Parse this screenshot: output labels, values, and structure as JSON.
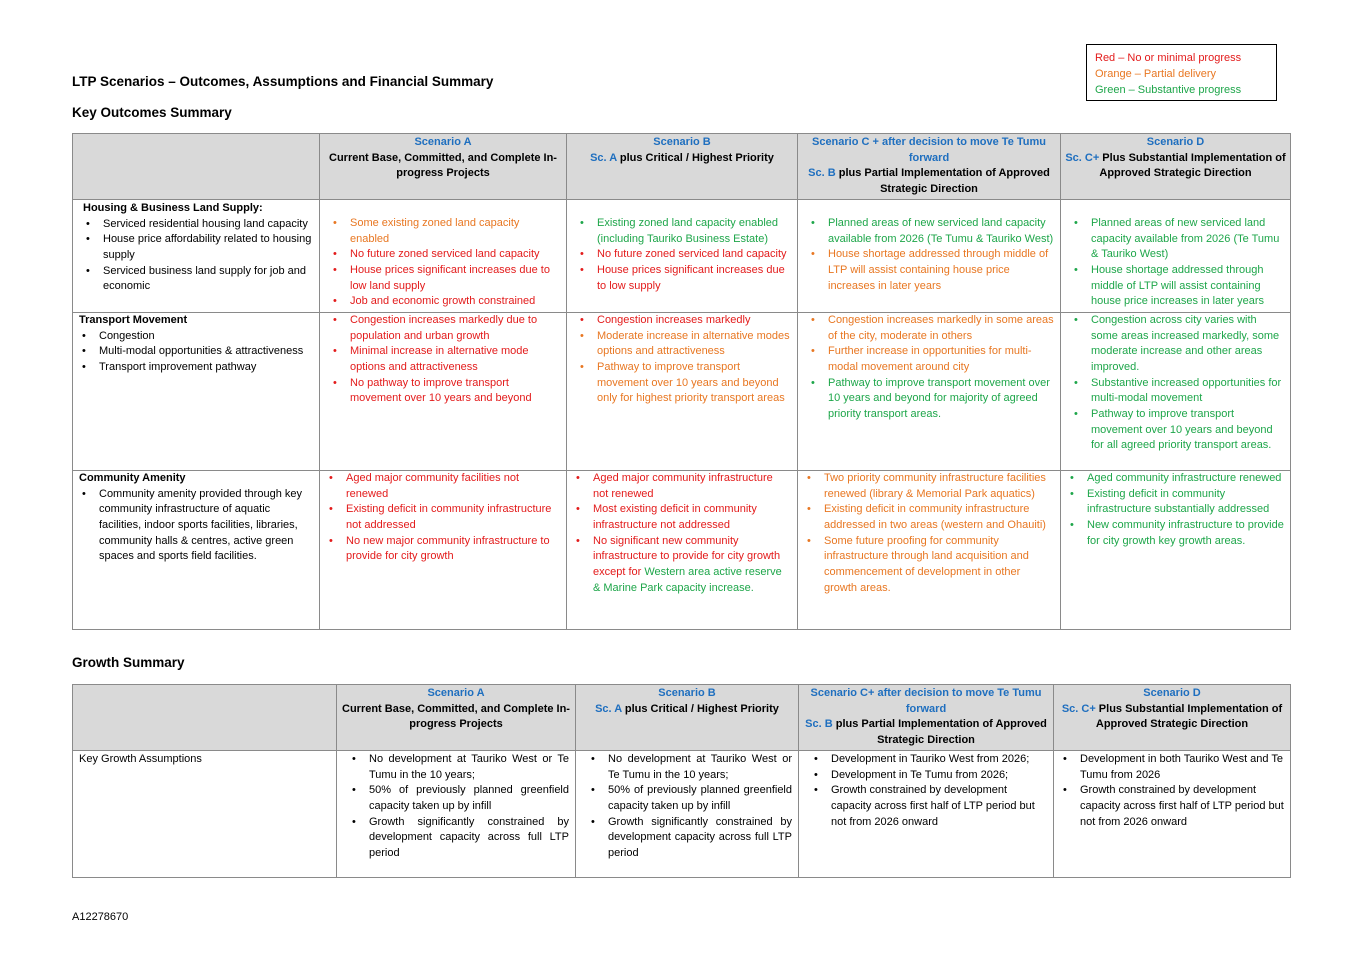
{
  "doc_title": "LTP Scenarios – Outcomes, Assumptions and Financial Summary",
  "legend": {
    "red": "Red – No or minimal progress",
    "orange": "Orange – Partial delivery",
    "green": "Green – Substantive progress"
  },
  "colors": {
    "red": "#e31b1b",
    "orange": "#e87722",
    "green": "#1ea64a",
    "blue": "#1f6fbf",
    "header_bg": "#d9d9d9"
  },
  "section1_title": "Key Outcomes Summary",
  "section2_title": "Growth Summary",
  "headers1": {
    "a": {
      "name": "Scenario A",
      "desc": "Current Base, Committed, and Complete In-progress Projects"
    },
    "b": {
      "name": "Scenario B",
      "prefix": "Sc. A",
      "desc": " plus Critical / Highest Priority"
    },
    "c": {
      "name": "Scenario C + after decision to move Te Tumu forward",
      "prefix": "Sc. B",
      "desc": " plus Partial Implementation of Approved Strategic Direction"
    },
    "d": {
      "name": "Scenario D",
      "prefix": "Sc. C+",
      "desc": " Plus Substantial Implementation of Approved Strategic Direction"
    }
  },
  "headers2": {
    "a": {
      "name": "Scenario A",
      "desc": "Current Base, Committed, and Complete In-progress Projects"
    },
    "b": {
      "name": "Scenario B",
      "prefix": "Sc. A",
      "desc": " plus Critical / Highest Priority"
    },
    "c": {
      "name": "Scenario C+ after decision to move Te Tumu forward",
      "prefix": "Sc. B",
      "desc": " plus Partial Implementation of Approved Strategic Direction"
    },
    "d": {
      "name": "Scenario D",
      "prefix": "Sc. C+",
      "desc": " Plus Substantial Implementation of Approved Strategic Direction"
    }
  },
  "housing": {
    "title": "Housing & Business Land Supply:",
    "items": [
      "Serviced residential housing land capacity",
      "House price affordability related to housing supply",
      "Serviced business land supply for job and economic"
    ],
    "a": [
      "Some existing zoned land capacity enabled",
      "No future zoned serviced land capacity",
      "House prices significant increases due to low land supply",
      "Job and economic growth constrained"
    ],
    "b": [
      "Existing zoned land capacity enabled (including Tauriko Business Estate)",
      "No future zoned serviced land capacity",
      "House prices significant increases due to low supply"
    ],
    "c": [
      "Planned areas of new serviced land capacity available from 2026 (Te Tumu & Tauriko West)",
      "House shortage addressed through middle of LTP will assist containing house price increases in later years"
    ],
    "d": [
      "Planned areas of new serviced land capacity available from 2026 (Te Tumu & Tauriko West)",
      "House shortage addressed through middle of LTP will assist containing house price increases in later years"
    ]
  },
  "transport": {
    "title": "Transport Movement",
    "items": [
      "Congestion",
      "Multi-modal opportunities & attractiveness",
      "Transport improvement pathway"
    ],
    "a": [
      "Congestion increases markedly due to population and urban growth",
      "Minimal increase in alternative mode options and attractiveness",
      "No pathway to improve transport movement over 10 years and beyond"
    ],
    "b": [
      "Congestion increases markedly",
      "Moderate increase in alternative modes options and attractiveness",
      "Pathway to improve transport movement over 10 years and beyond only for highest priority transport areas"
    ],
    "c": [
      "Congestion increases markedly in some areas of the city, moderate in others",
      "Further increase in opportunities for multi-modal movement around city",
      "Pathway to improve transport movement over 10 years and beyond for majority of agreed priority transport areas."
    ],
    "d": [
      "Congestion across city varies with some areas increased markedly, some moderate increase and other areas improved.",
      "Substantive increased opportunities for multi-modal movement",
      "Pathway to improve transport movement over 10 years and beyond for all agreed priority transport areas."
    ]
  },
  "community": {
    "title": "Community Amenity",
    "items": [
      "Community amenity provided through key community infrastructure of aquatic facilities, indoor sports facilities, libraries, community halls & centres, active green spaces and sports field facilities."
    ],
    "a": [
      "Aged major community facilities not renewed",
      "Existing deficit in community infrastructure not addressed",
      "No new major community infrastructure to provide for city growth"
    ],
    "b1": "Aged major community infrastructure not renewed",
    "b2": "Most existing deficit in community infrastructure not addressed",
    "b3_red": "No significant new community infrastructure to provide for city growth except for",
    "b3_green": " Western area active reserve & Marine Park capacity increase.",
    "c": [
      "Two priority community infrastructure facilities renewed (library & Memorial Park aquatics)",
      "Existing deficit in community infrastructure addressed in two areas (western and Ohauiti)",
      "Some future proofing for community infrastructure through land acquisition and commencement of development in other growth areas."
    ],
    "d": [
      "Aged community infrastructure renewed",
      "Existing deficit in community infrastructure substantially addressed",
      "New community infrastructure to provide for city growth key growth areas."
    ]
  },
  "growth": {
    "label": "Key Growth Assumptions",
    "a": [
      "No development at Tauriko West or Te Tumu in the 10 years;",
      "50% of previously planned greenfield capacity taken up by infill",
      "Growth significantly constrained by development capacity across full LTP period"
    ],
    "b": [
      "No development at Tauriko West or Te Tumu in the 10 years;",
      "50% of previously planned greenfield capacity taken up by infill",
      "Growth significantly constrained by development capacity across full LTP period"
    ],
    "c": [
      "Development in Tauriko West from 2026;",
      "Development in Te Tumu from 2026;",
      "Growth constrained by development capacity across first half of LTP period but not from 2026 onward"
    ],
    "d": [
      "Development in both Tauriko West and Te Tumu from 2026",
      "Growth constrained by development capacity across first half of LTP period but not from 2026 onward"
    ]
  },
  "footer": "A12278670"
}
